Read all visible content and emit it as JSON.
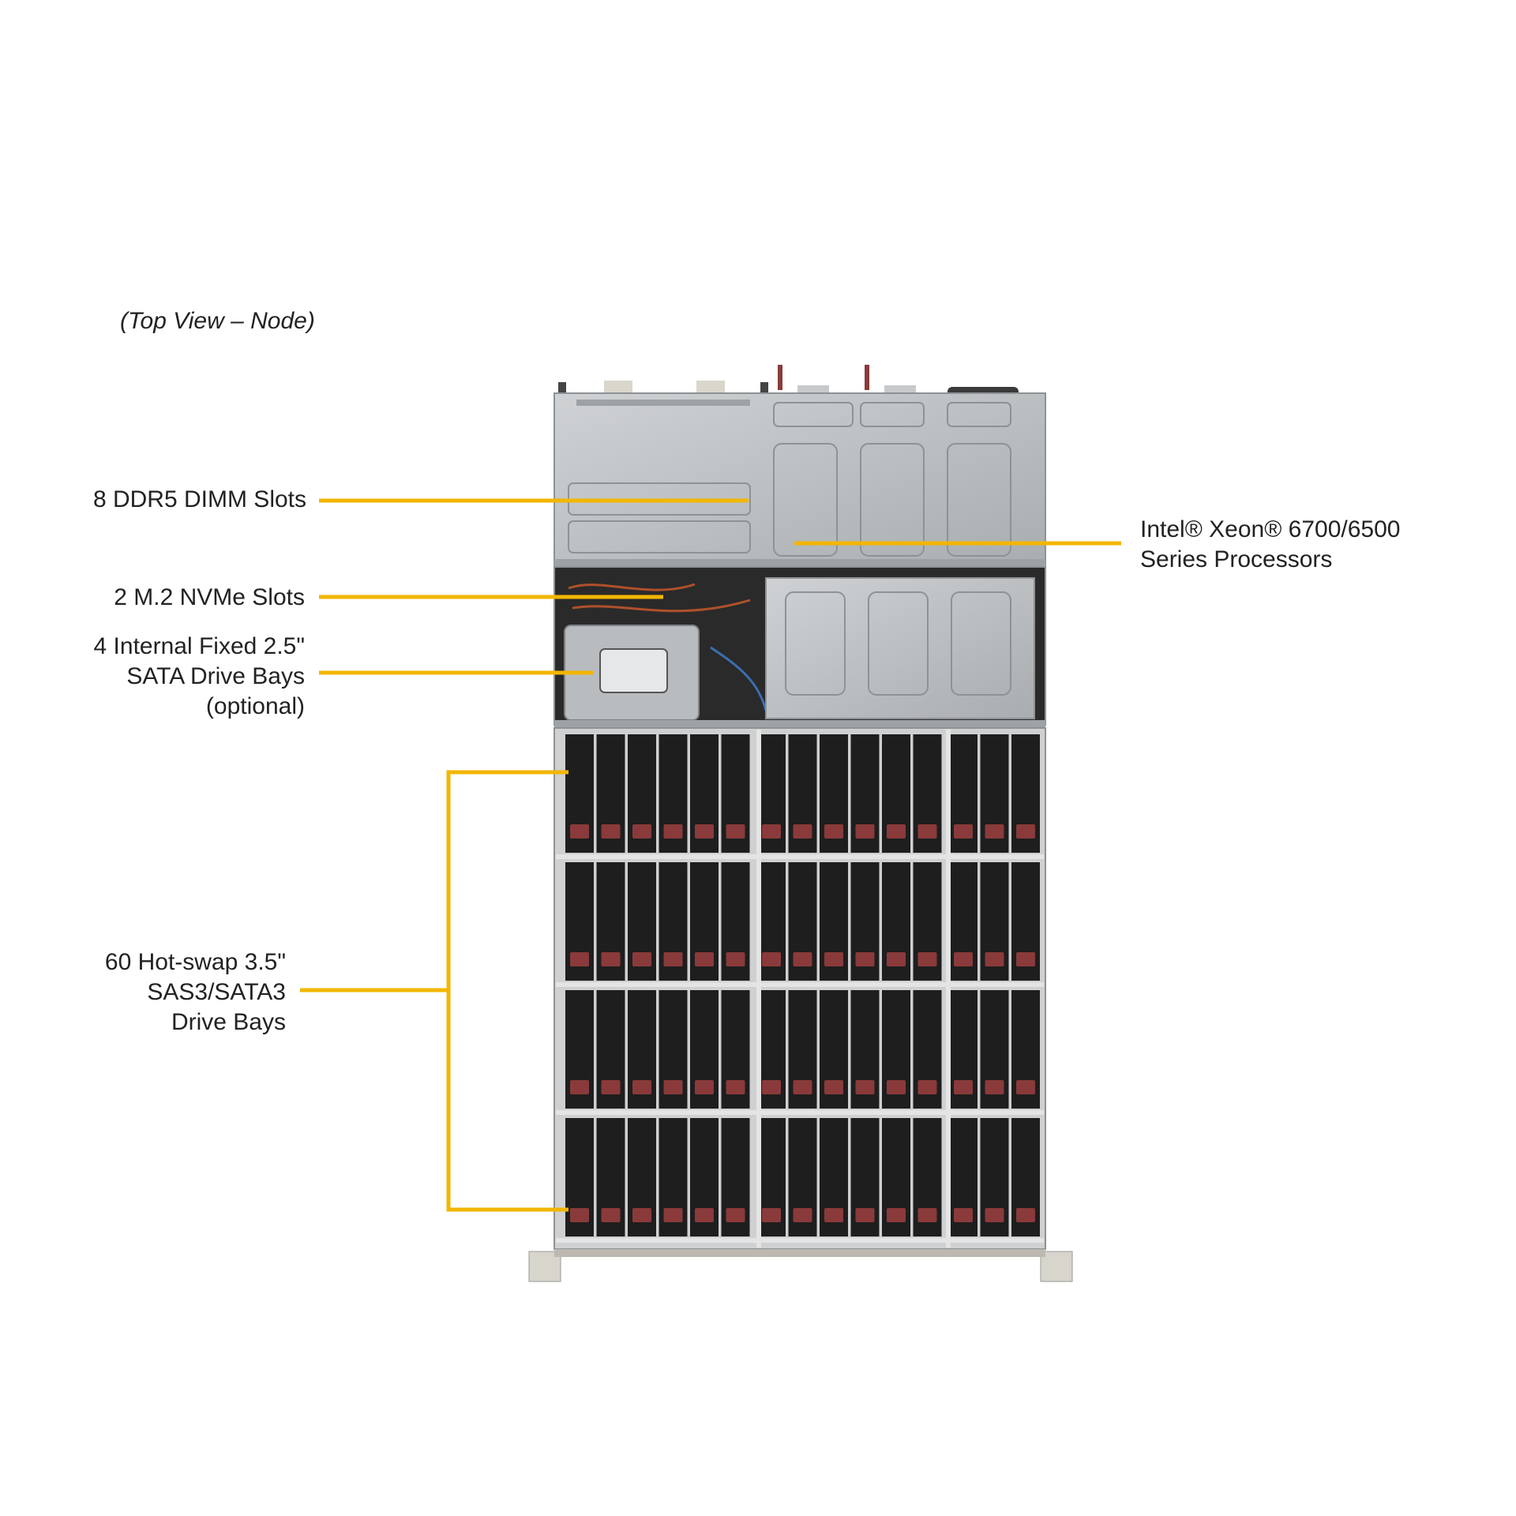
{
  "caption": "(Top View – Node)",
  "callouts": {
    "dimm": [
      "8 DDR5 DIMM Slots"
    ],
    "m2": [
      "2 M.2 NVMe Slots"
    ],
    "internal_bays": [
      "4 Internal Fixed 2.5\"",
      "SATA Drive Bays",
      "(optional)"
    ],
    "hotswap_bays": [
      "60 Hot-swap 3.5\"",
      "SAS3/SATA3",
      "Drive Bays"
    ],
    "cpu": [
      "Intel® Xeon® 6700/6500",
      "Series Processors"
    ]
  },
  "drive_bays": {
    "rows": 4,
    "columns": 15,
    "total": 60
  },
  "colors": {
    "leader_line": "#f2b600",
    "chassis_metal": "#b9bcbf",
    "drive_tray": "#1e1e1e",
    "drive_latch": "#8a3a3a"
  }
}
